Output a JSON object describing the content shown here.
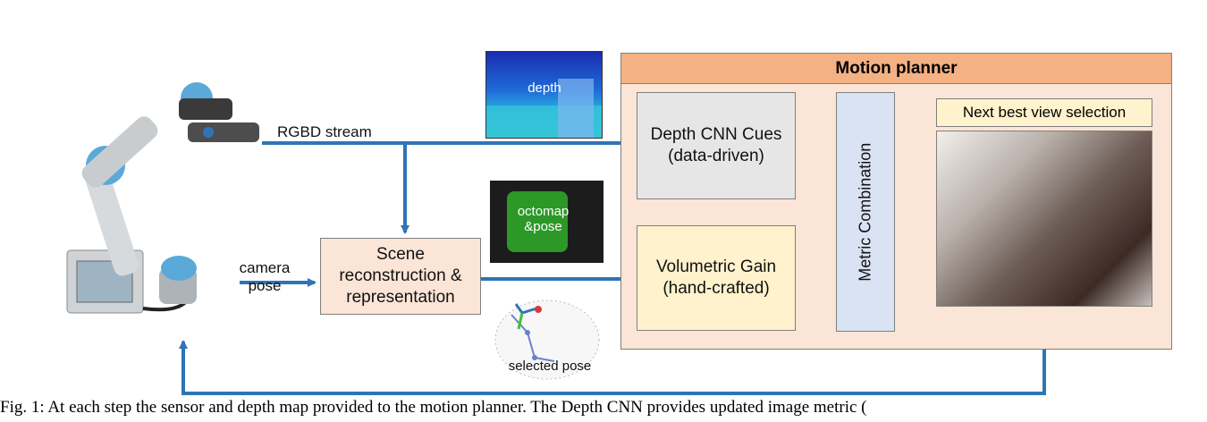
{
  "figure": {
    "planner_title": "Motion planner",
    "cnn_box": "Depth CNN Cues\n(data-driven)",
    "vol_box": "Volumetric Gain\n(hand-crafted)",
    "metric_box": "Metric Combination",
    "nbv_title": "Next best view selection",
    "scene_box": "Scene\nreconstruction &\nrepresentation",
    "rgbd_label": "RGBD stream",
    "camera_pose_label": "camera\npose",
    "depth_img_label": "depth",
    "octomap_label": "octomap\n&pose",
    "selected_pose_label": "selected pose"
  },
  "caption": "Fig. 1: At each step the sensor and depth map provided to the motion planner. The Depth CNN provides updated image metric (",
  "colors": {
    "arrow": "#2e75b6",
    "planner_bg": "#fbe5d6",
    "planner_title_bg": "#f4b183",
    "cnn_bg": "#e7e6e6",
    "vol_bg": "#fff2cc",
    "metric_bg": "#dae3f3"
  }
}
